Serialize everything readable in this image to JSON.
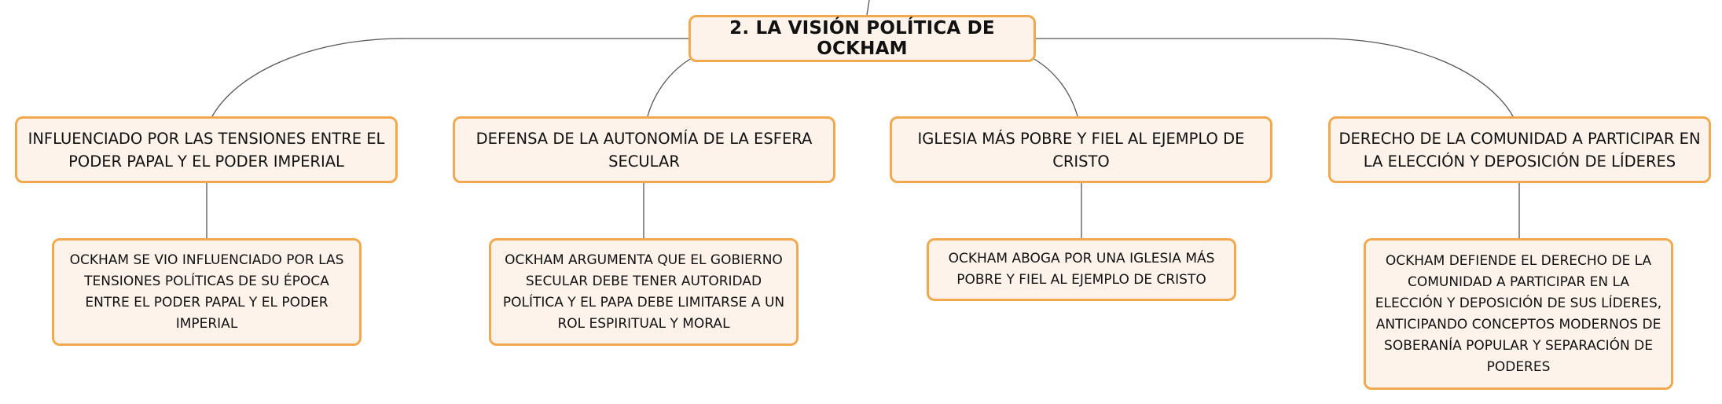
{
  "root": {
    "label": "2. LA VISIÓN POLÍTICA DE OCKHAM"
  },
  "branches": [
    {
      "label": "INFLUENCIADO POR LAS TENSIONES ENTRE EL PODER PAPAL Y EL PODER IMPERIAL",
      "detail": "OCKHAM SE VIO INFLUENCIADO POR LAS TENSIONES POLÍTICAS DE SU ÉPOCA ENTRE EL PODER PAPAL Y EL PODER IMPERIAL"
    },
    {
      "label": "DEFENSA DE LA AUTONOMÍA DE LA ESFERA SECULAR",
      "detail": "OCKHAM ARGUMENTA QUE EL GOBIERNO SECULAR DEBE TENER AUTORIDAD POLÍTICA Y EL PAPA DEBE LIMITARSE A UN ROL ESPIRITUAL Y MORAL"
    },
    {
      "label": "IGLESIA MÁS POBRE Y FIEL AL EJEMPLO DE CRISTO",
      "detail": "OCKHAM ABOGA POR UNA IGLESIA MÁS POBRE Y FIEL AL EJEMPLO DE CRISTO"
    },
    {
      "label": "DERECHO DE LA COMUNIDAD A PARTICIPAR EN LA ELECCIÓN Y DEPOSICIÓN DE LÍDERES",
      "detail": "OCKHAM DEFIENDE EL DERECHO DE LA COMUNIDAD A PARTICIPAR EN LA ELECCIÓN Y DEPOSICIÓN DE SUS LÍDERES, ANTICIPANDO CONCEPTOS MODERNOS DE SOBERANÍA POPULAR Y SEPARACIÓN DE PODERES"
    }
  ],
  "colors": {
    "node_fill": "#fdf3ea",
    "node_border": "#f0a94e",
    "connector": "#555555",
    "text": "#111111"
  }
}
